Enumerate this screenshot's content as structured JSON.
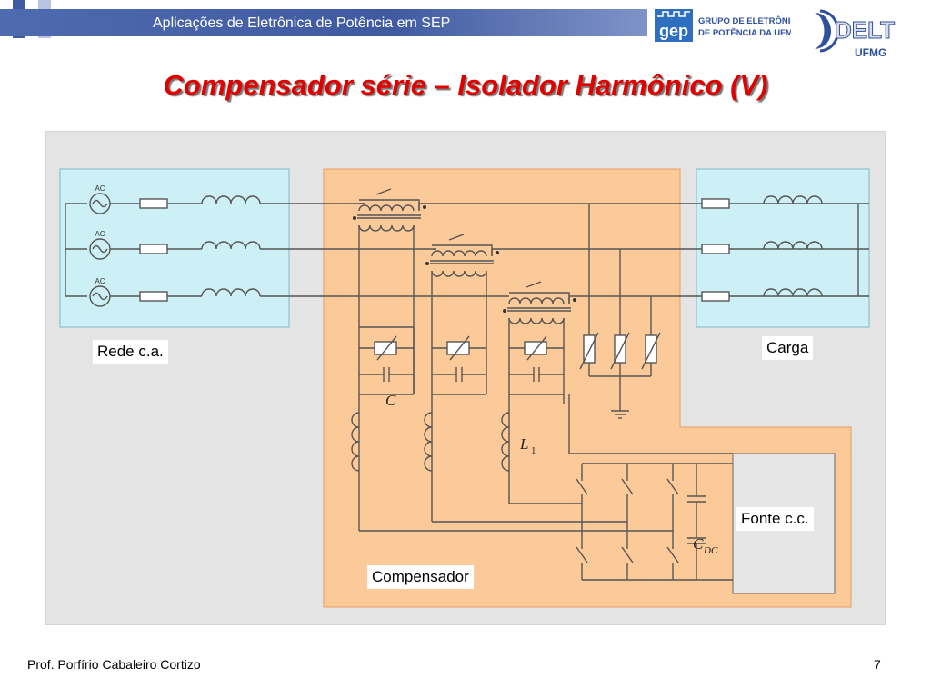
{
  "header": {
    "title": "Aplicações de Eletrônica de Potência em SEP",
    "gep_logo_text": "gep",
    "gep_line1": "GRUPO DE ELETRÔNICA",
    "gep_line2": "DE POTÊNCIA DA UFMG",
    "delt_logo_text": "DELT",
    "ufmg_text": "UFMG"
  },
  "slide": {
    "title": "Compensador série – Isolador Harmônico    (V)"
  },
  "diagram": {
    "ac_label": "AC",
    "labels": {
      "rede": "Rede c.a.",
      "carga": "Carga",
      "fonte": "Fonte c.c.",
      "compensador": "Compensador"
    },
    "symbols": {
      "c": "C",
      "l1_main": "L",
      "l1_sub": "1",
      "cdc_main": "C",
      "cdc_sub": "DC"
    },
    "colors": {
      "background": "#e4e4e4",
      "source_box": "#cdf0f6",
      "load_box": "#cdf0f6",
      "compensator": "#fcc998",
      "dc_source": "#e6e6e6",
      "title_red": "#e00000"
    }
  },
  "footer": {
    "author": "Prof. Porfírio Cabaleiro Cortizo",
    "page": "7"
  }
}
